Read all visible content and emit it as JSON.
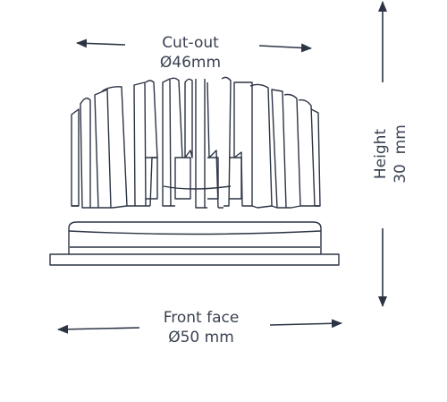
{
  "dimensions": {
    "cutout": {
      "label": "Cut-out",
      "value": "Ø46mm"
    },
    "front_face": {
      "label": "Front face",
      "value": "Ø50 mm"
    },
    "height": {
      "label": "Height",
      "value": "30  mm"
    }
  },
  "colors": {
    "line": "#2c3444",
    "text": "#3a4252"
  }
}
